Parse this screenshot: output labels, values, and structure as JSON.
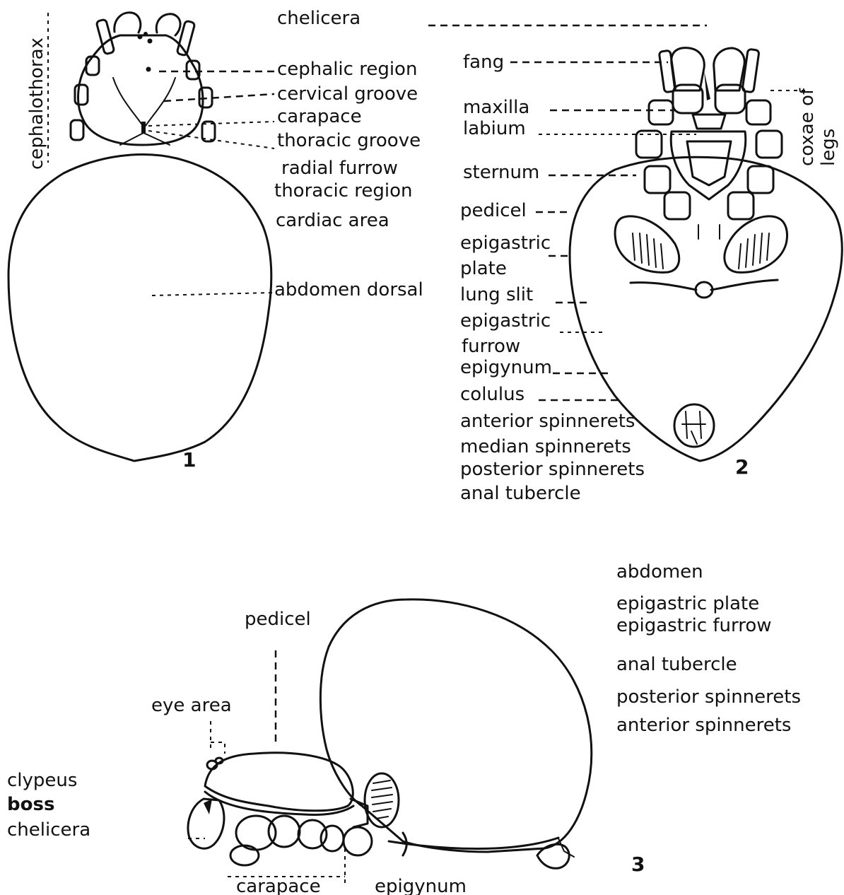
{
  "figure1": {
    "number": "1",
    "vertical_label": "cephalothorax",
    "labels": [
      "chelicera",
      "cephalic region",
      "cervical groove",
      "carapace",
      "thoracic groove",
      "radial furrow",
      "thoracic region",
      "cardiac area",
      "abdomen dorsal"
    ]
  },
  "figure2": {
    "number": "2",
    "vertical_label_1": "coxae of",
    "vertical_label_2": "legs",
    "labels": [
      "fang",
      "maxilla",
      "labium",
      "sternum",
      "pedicel",
      "epigastric",
      "plate",
      "lung slit",
      "epigastric",
      "furrow",
      "epigynum",
      "colulus",
      "anterior spinnerets",
      "median spinnerets",
      "posterior spinnerets",
      "anal tubercle"
    ]
  },
  "figure3": {
    "number": "3",
    "right_labels": [
      "abdomen",
      "epigastric plate",
      "epigastric furrow",
      "anal tubercle",
      "posterior spinnerets",
      "anterior spinnerets"
    ],
    "left_labels": [
      "clypeus",
      "boss",
      "chelicera"
    ],
    "pedicel": "pedicel",
    "eye_area": "eye area",
    "carapace": "carapace",
    "epigynum": "epigynum"
  }
}
